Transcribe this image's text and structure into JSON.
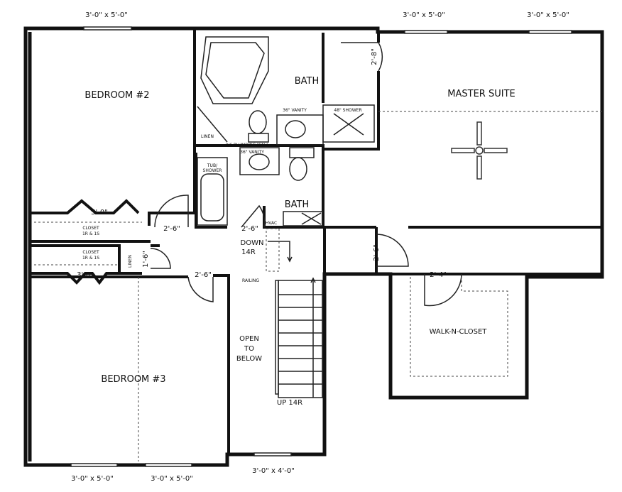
{
  "window_labels": {
    "top_left": "3'-0\" x 5'-0\"",
    "top_mid": "3'-0\" x 5'-0\"",
    "top_right": "3'-0\" x 5'-0\"",
    "bottom_left_1": "3'-0\" x 5'-0\"",
    "bottom_left_2": "3'-0\" x 5'-0\"",
    "bottom_stair": "3'-0\" x 4'-0\""
  },
  "rooms": {
    "bedroom2": "BEDROOM #2",
    "bedroom3": "BEDROOM #3",
    "master_bath": "BATH",
    "hall_bath": "BATH",
    "master_suite": "MASTER SUITE",
    "walk_in_closet": "WALK-N-CLOSET",
    "open_to_below": [
      "OPEN",
      "TO",
      "BELOW"
    ]
  },
  "fixtures": {
    "vanity_master": "36\" VANITY",
    "shower_master": "48\" SHOWER",
    "linen_bath": "LINEN",
    "plumbing_wall": "2/6 PLUMBING WALL",
    "vanity_hall": "36\" VANITY",
    "tub_shower": [
      "TUB/",
      "SHOWER"
    ],
    "hvac": "HVAC",
    "closet_1": [
      "CLOSET",
      "1R & 1S"
    ],
    "closet_2": [
      "CLOSET",
      "1R & 1S"
    ],
    "linen_hall": "LINEN",
    "railing": "RAILING"
  },
  "dimensions": {
    "master_door": "2'-8\"",
    "closet_5": "5'-0\"",
    "closet_3": "3'-0\"",
    "linen_door": "1'-6\"",
    "bed2_door": "2'-6\"",
    "bath_door": "2'-6\"",
    "bed3_door": "2'-6\"",
    "suite_door": "2'-6\"",
    "wic_door": "2'-4\""
  },
  "stairs": {
    "down": [
      "DOWN",
      "14R"
    ],
    "up": "UP 14R"
  }
}
